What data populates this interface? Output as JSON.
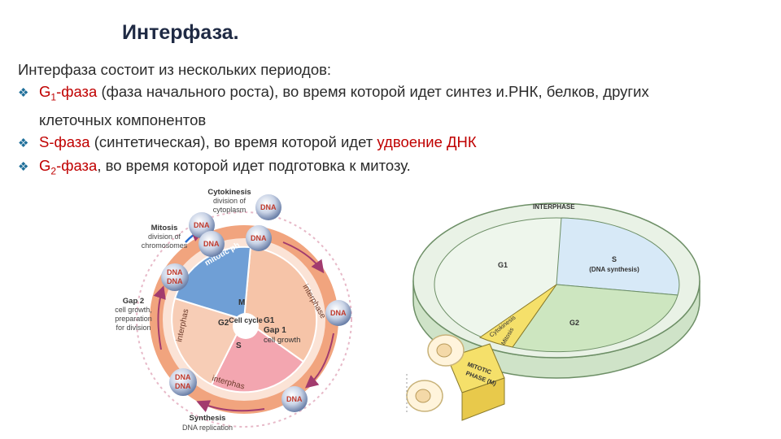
{
  "slide": {
    "title": "Интерфаза.",
    "intro": "Интерфаза состоит из нескольких периодов:",
    "bullet_symbol": "❖",
    "items": [
      {
        "g": "G",
        "sub": "1",
        "term": "-фаза",
        "text": " (фаза начального роста), во время которой идет синтез и.РНК, белков, других",
        "cont": "клеточных компонентов"
      },
      {
        "term": "S-фаза",
        "text": " (синтетическая), во время которой идет ",
        "red": "удвоение ДНК"
      },
      {
        "g": "G",
        "sub": "2",
        "term": "-фаза",
        "text": ", во время которой идет подготовка к митозу."
      }
    ]
  },
  "left_diagram": {
    "center": "Cell cycle",
    "m": "M",
    "g1_label": "G1",
    "g2_label": "G2",
    "s": "S",
    "gap1": "Gap 1",
    "gap1_sub": "cell growth",
    "mitotic_arc": "mitotic ph",
    "interphase_right": "interphase",
    "interphase_left": "interphas",
    "interphase_bottom": "interphas",
    "cytokinesis": "Cytokinesis",
    "cytokinesis_sub1": "division of",
    "cytokinesis_sub2": "cytoplasm",
    "mitosis": "Mitosis",
    "mitosis_sub1": "division of",
    "mitosis_sub2": "chromosomes",
    "gap2": "Gap 2",
    "gap2_sub1": "cell growth,",
    "gap2_sub2": "preparation",
    "gap2_sub3": "for division",
    "synthesis": "Synthesis",
    "synthesis_sub": "DNA replication",
    "dna": "DNA"
  },
  "right_diagram": {
    "interphase": "INTERPHASE",
    "g1": "G1",
    "s": "S",
    "s_sub": "(DNA synthesis)",
    "g2": "G2",
    "cytokinesis": "Cytokinesis",
    "mitosis": "Mitosis",
    "mitotic_phase1": "MITOTIC",
    "mitotic_phase2": "PHASE (M)"
  },
  "colors": {
    "title": "#1f2a44",
    "bullet": "#1f6f9a",
    "highlight": "#c00000",
    "m_sector": "#6f9fd6",
    "g1_sector": "#f6c4a8",
    "s_sector": "#f3a6b0",
    "ring": "#f1a47e",
    "disk_g1": "#e9f2e6",
    "disk_s": "#d7e9f7",
    "disk_g2": "#cde6c0"
  }
}
